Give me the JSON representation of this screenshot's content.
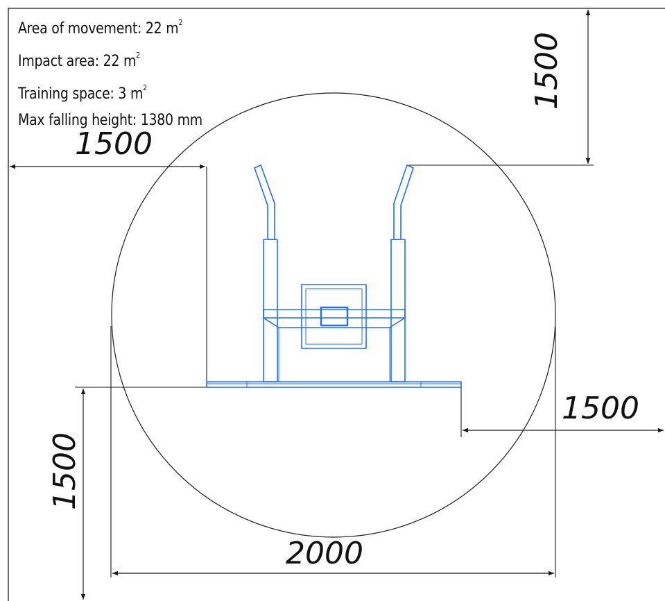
{
  "info": {
    "movement_label": "Area of movement: 22 m",
    "movement_sup": "2",
    "impact_label": "Impact area: 22 m",
    "impact_sup": "2",
    "training_label": "Training space: 3 m",
    "training_sup": "2",
    "falling_label": "Max falling height: 1380 mm"
  },
  "dimensions": {
    "top_right": "1500",
    "left_top": "1500",
    "right_mid": "1500",
    "left_bottom": "1500",
    "bottom_width": "2000"
  },
  "colors": {
    "outline": "#1a1a1a",
    "equipment": "#1f6fe8"
  }
}
